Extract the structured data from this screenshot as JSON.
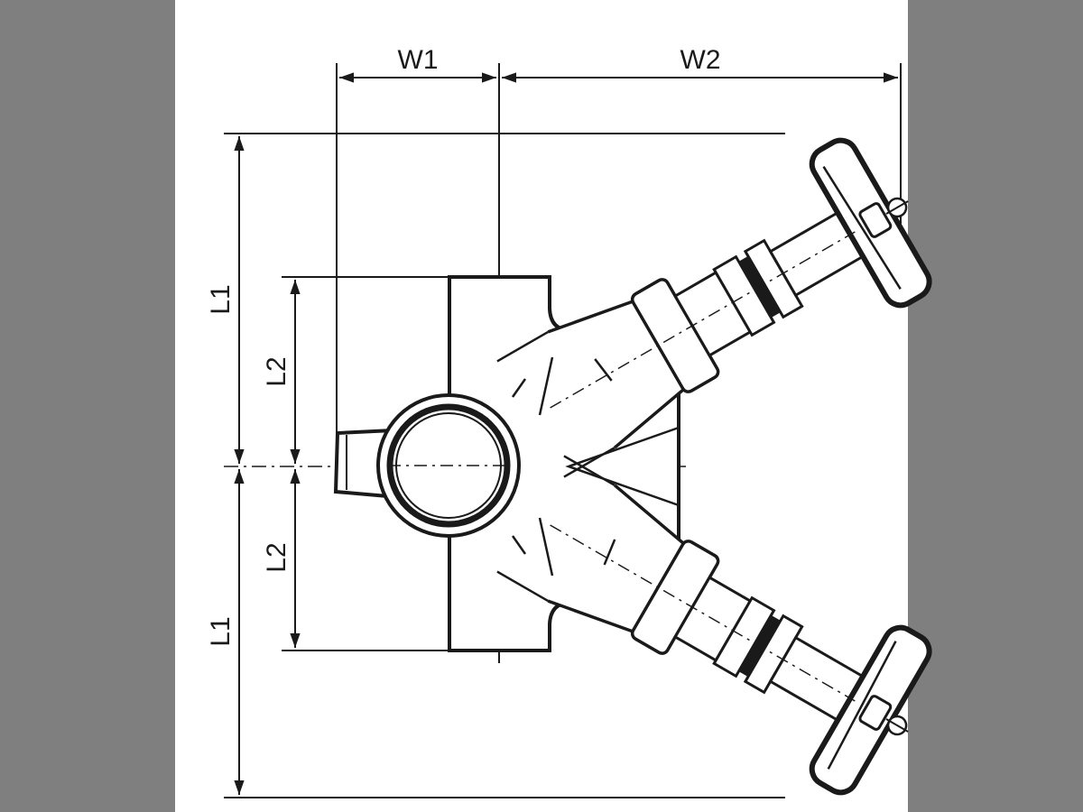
{
  "dimensions": {
    "w1": "W1",
    "w2": "W2",
    "l1_top": "L1",
    "l2_top": "L2",
    "l2_bottom": "L2",
    "l1_bottom": "L1"
  },
  "colors": {
    "ink": "#1a1a1a",
    "paper": "#ffffff",
    "margin": "#7f7f7f"
  }
}
